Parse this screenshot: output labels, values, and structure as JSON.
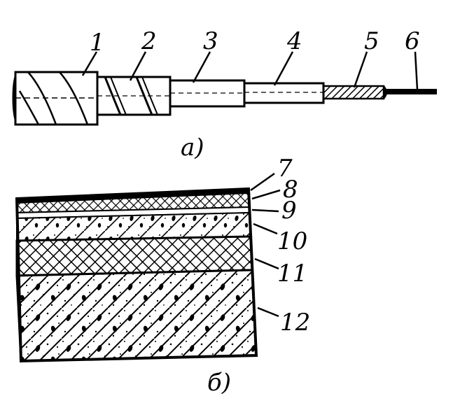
{
  "figure": {
    "part_a": {
      "caption": "а)",
      "labels": [
        "1",
        "2",
        "3",
        "4",
        "5",
        "6"
      ]
    },
    "part_b": {
      "caption": "б)",
      "labels": [
        "7",
        "8",
        "9",
        "10",
        "11",
        "12"
      ]
    }
  }
}
